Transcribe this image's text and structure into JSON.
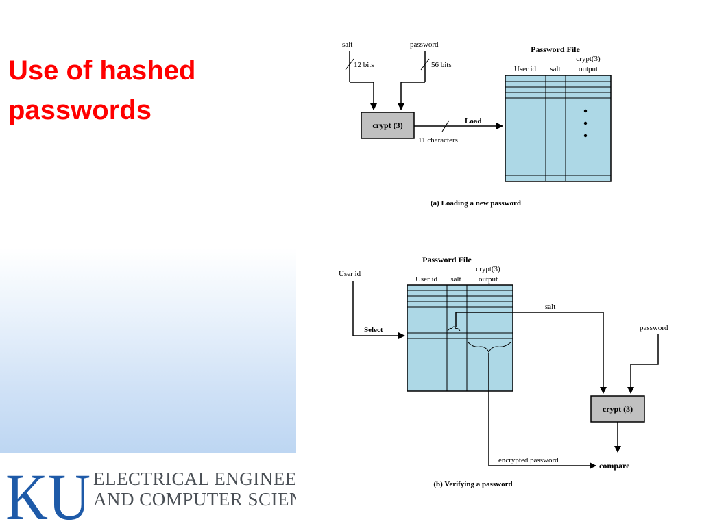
{
  "slide": {
    "title_line1": "Use of hashed",
    "title_line2": "passwords"
  },
  "footer": {
    "logo_text": "KU",
    "dept_line1": "ELECTRICAL ENGINEERING",
    "dept_line2": "AND COMPUTER SCIENCE"
  },
  "diagram_a": {
    "salt_label": "salt",
    "password_label": "password",
    "salt_bits": "12 bits",
    "password_bits": "56 bits",
    "crypt_label": "crypt (3)",
    "load_label": "Load",
    "chars_label": "11 characters",
    "file_title": "Password File",
    "col_crypt_line1": "crypt(3)",
    "col_userid": "User id",
    "col_salt": "salt",
    "col_output": "output",
    "caption": "(a) Loading a new password"
  },
  "diagram_b": {
    "file_title": "Password File",
    "col_crypt_line1": "crypt(3)",
    "col_userid": "User id",
    "col_salt": "salt",
    "col_output": "output",
    "userid_label": "User id",
    "select_label": "Select",
    "salt_label": "salt",
    "password_label": "password",
    "crypt_label": "crypt (3)",
    "encrypted_label": "encrypted password",
    "compare_label": "compare",
    "caption": "(b) Verifying a password"
  },
  "colors": {
    "title_red": "#ff0000",
    "table_blue": "#add8e6",
    "box_gray": "#c0c0c0",
    "ku_blue": "#1e5aa8"
  }
}
